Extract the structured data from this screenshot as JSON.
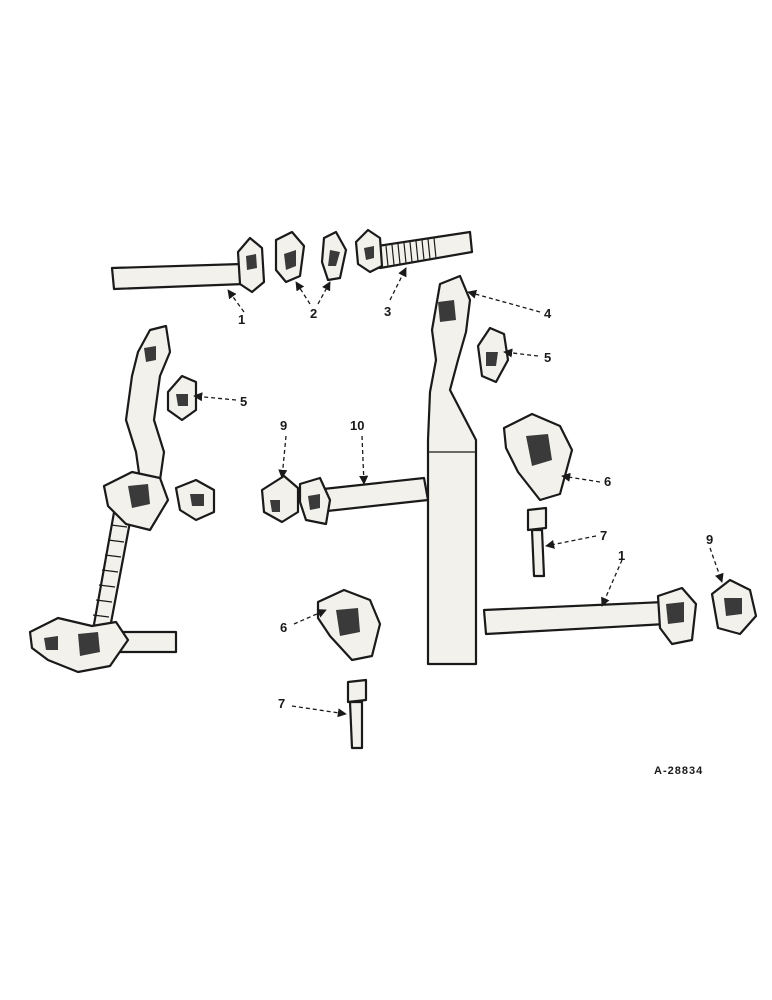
{
  "diagram": {
    "callouts": [
      "1",
      "2",
      "3",
      "4",
      "5",
      "5",
      "9",
      "10",
      "6",
      "7",
      "1",
      "9",
      "6",
      "7"
    ],
    "drawing_number": "A-28834"
  }
}
